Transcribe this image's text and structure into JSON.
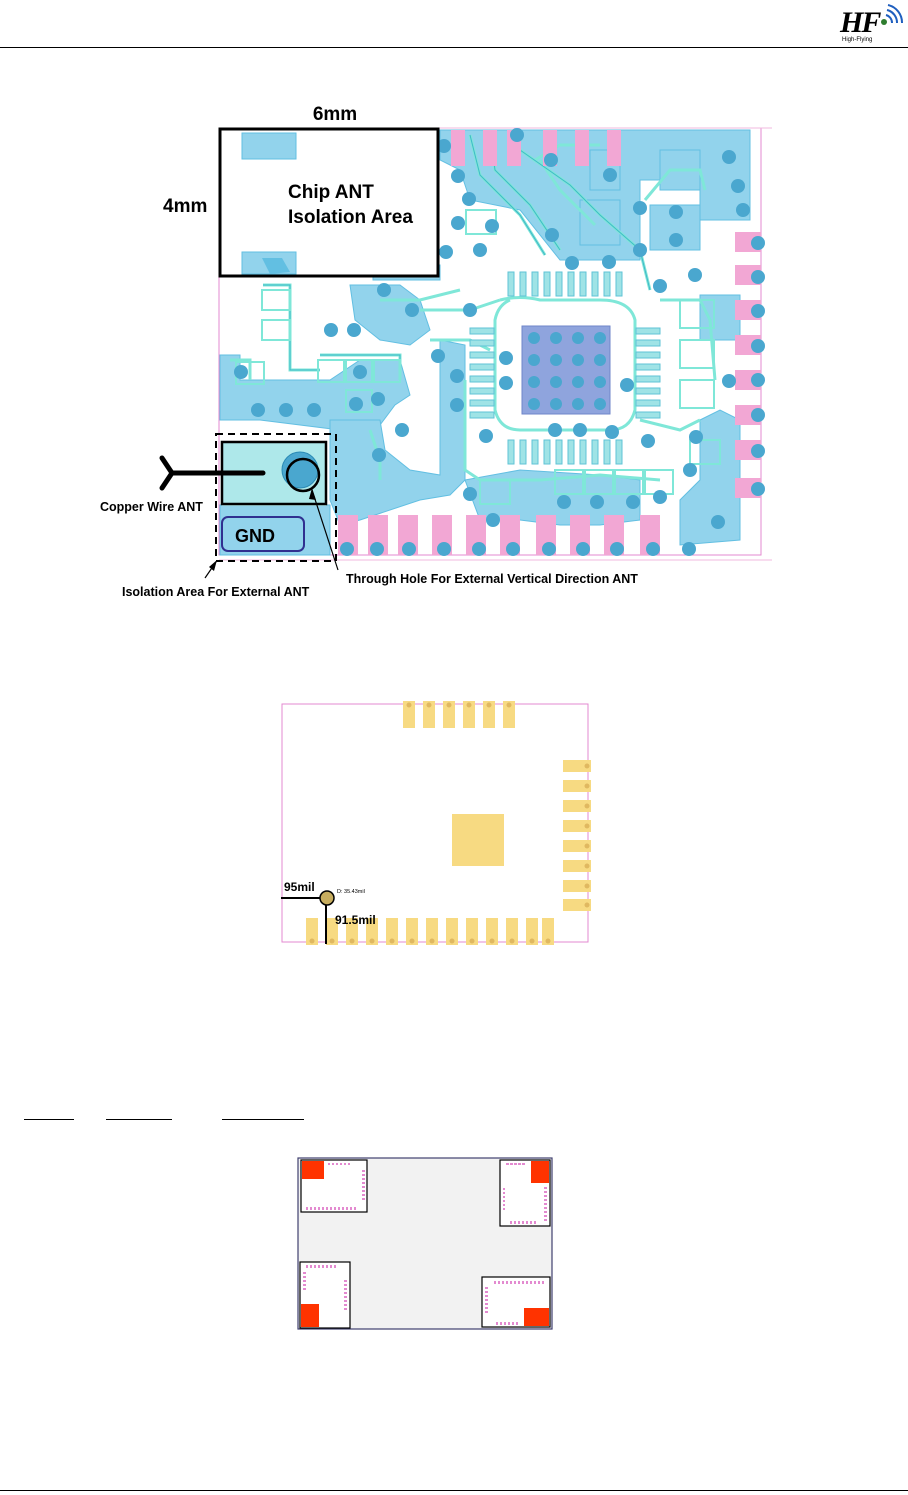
{
  "header": {
    "logo": {
      "mark": "HF",
      "tagline": "High-Flying",
      "icon": "wifi-arcs-icon"
    }
  },
  "figure1": {
    "dimension_width": "6mm",
    "dimension_height": "4mm",
    "chip_ant_line1": "Chip ANT",
    "chip_ant_line2": "Isolation Area",
    "copper_wire_label": "Copper Wire ANT",
    "gnd_label": "GND",
    "isolation_external_label": "Isolation Area For External ANT",
    "through_hole_label": "Through Hole For External Vertical Direction ANT"
  },
  "figure2": {
    "dim_x": "95mil",
    "dim_y": "91.5mil",
    "diameter": "D: 35.43mil"
  },
  "colors": {
    "copper_fill": "#92d3ec",
    "trace_outline": "#7fe7d8",
    "pad_pink": "#f2a7d4",
    "via": "#4aa7cf",
    "footprint_pad": "#f7da82",
    "module_outline": "#e38ad0",
    "corner_marker": "#ff3300"
  }
}
